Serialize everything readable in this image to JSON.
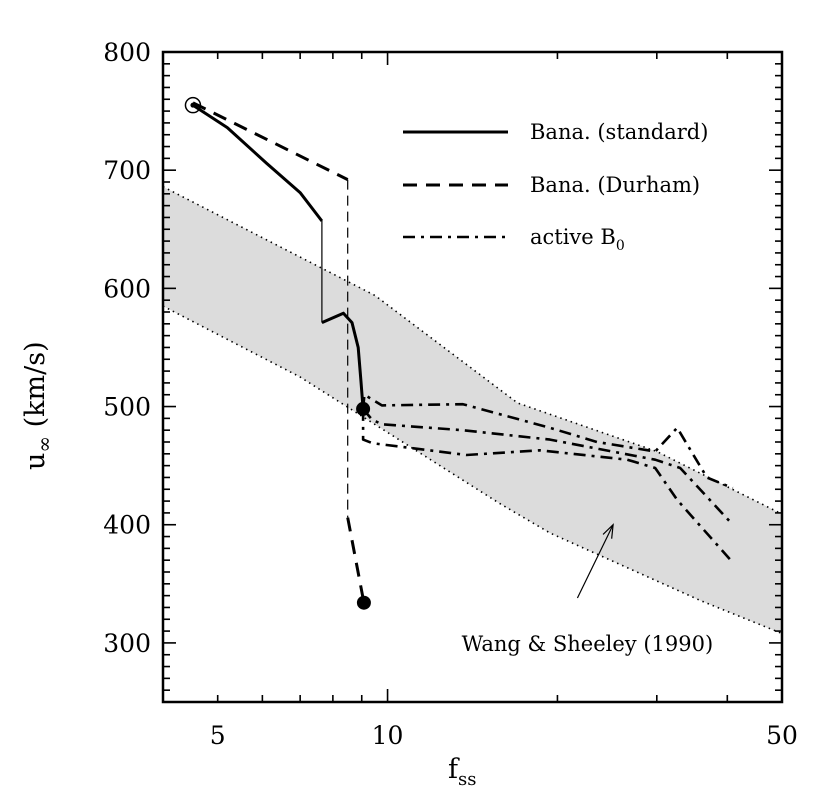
{
  "chart_data": {
    "type": "line",
    "x_scale": "log",
    "xlim": [
      4,
      50
    ],
    "ylim": [
      250,
      800
    ],
    "grid": false,
    "legend_position": "top-right",
    "xlabel": {
      "main": "f",
      "sub": "ss"
    },
    "ylabel": {
      "main": "u",
      "sub": "∞",
      "rest": " (km/s)"
    },
    "x_ticks": {
      "labeled": [
        5,
        10,
        50
      ],
      "major": [
        10,
        50
      ],
      "minor": [
        4,
        5,
        6,
        7,
        8,
        9,
        20,
        30,
        40
      ]
    },
    "y_ticks": {
      "labeled": [
        300,
        400,
        500,
        600,
        700,
        800
      ],
      "minor_step": 10
    },
    "x_tick_labels": [
      "5",
      "10",
      "50"
    ],
    "y_tick_labels": [
      "300",
      "400",
      "500",
      "600",
      "700",
      "800"
    ],
    "band": {
      "label": "Wang & Sheeley (1990)",
      "color": "#dcdcdc",
      "upper": [
        [
          4,
          686
        ],
        [
          9.5,
          594
        ],
        [
          17,
          503
        ],
        [
          30,
          462
        ],
        [
          50,
          409
        ]
      ],
      "lower": [
        [
          4,
          585
        ],
        [
          7,
          525
        ],
        [
          15.8,
          418
        ],
        [
          19.4,
          393
        ],
        [
          35.8,
          336
        ],
        [
          50,
          308
        ]
      ],
      "arrow_from": [
        21.7,
        338
      ],
      "arrow_to": [
        25.1,
        400
      ],
      "label_at": [
        22.6,
        300
      ]
    },
    "series": [
      {
        "name": "Bana. (standard)",
        "style": "solid",
        "segments": [
          {
            "weight": "thick",
            "points": [
              [
                4.52,
                755
              ],
              [
                5.2,
                736
              ],
              [
                6.1,
                706
              ],
              [
                7.0,
                681
              ],
              [
                7.65,
                657
              ]
            ]
          },
          {
            "weight": "thin",
            "points": [
              [
                7.65,
                657
              ],
              [
                7.65,
                571
              ]
            ]
          },
          {
            "weight": "thick",
            "points": [
              [
                7.65,
                571
              ],
              [
                8.35,
                579
              ],
              [
                8.65,
                571
              ],
              [
                8.87,
                550
              ],
              [
                8.97,
                522
              ],
              [
                9.05,
                498
              ]
            ]
          }
        ],
        "start_marker": {
          "type": "open-circle",
          "at": [
            4.52,
            755
          ]
        },
        "end_marker": {
          "type": "filled-circle",
          "at": [
            9.05,
            498
          ]
        }
      },
      {
        "name": "Bana. (Durham)",
        "style": "dashed",
        "segments": [
          {
            "weight": "thick",
            "points": [
              [
                4.52,
                757
              ],
              [
                8.5,
                692
              ]
            ]
          },
          {
            "weight": "thin",
            "points": [
              [
                8.5,
                692
              ],
              [
                8.5,
                406
              ]
            ]
          },
          {
            "weight": "thick",
            "points": [
              [
                8.5,
                406
              ],
              [
                9.08,
                334
              ]
            ]
          }
        ],
        "end_marker": {
          "type": "filled-circle",
          "at": [
            9.08,
            334
          ]
        }
      },
      {
        "name": "active B0",
        "style": "dash-dot",
        "segments": [
          {
            "weight": "thick",
            "points": [
              [
                9.05,
                498
              ],
              [
                9.1,
                510
              ],
              [
                9.77,
                501
              ],
              [
                13.6,
                502
              ],
              [
                19.4,
                482
              ],
              [
                23.5,
                470
              ],
              [
                29.8,
                462
              ],
              [
                32.6,
                482
              ],
              [
                36.8,
                440
              ],
              [
                40.9,
                431
              ]
            ]
          },
          {
            "weight": "thick",
            "points": [
              [
                9.05,
                498
              ],
              [
                9.38,
                489
              ],
              [
                9.77,
                485
              ],
              [
                13.6,
                480
              ],
              [
                19.4,
                472
              ],
              [
                29.8,
                455
              ],
              [
                33,
                448
              ],
              [
                40.9,
                400
              ]
            ]
          },
          {
            "weight": "thick",
            "points": [
              [
                9.05,
                498
              ],
              [
                9.05,
                472
              ],
              [
                9.4,
                469
              ],
              [
                13.8,
                459
              ],
              [
                18.6,
                463
              ],
              [
                26.6,
                455
              ],
              [
                29.8,
                448
              ],
              [
                32.6,
                421
              ],
              [
                40.9,
                368
              ]
            ]
          }
        ]
      }
    ],
    "legend": [
      {
        "text": "Bana. (standard)",
        "sub": "",
        "style": "solid"
      },
      {
        "text": "Bana. (Durham)",
        "sub": "",
        "style": "dashed"
      },
      {
        "text": "active B",
        "sub": "0",
        "style": "dash-dot"
      }
    ]
  }
}
